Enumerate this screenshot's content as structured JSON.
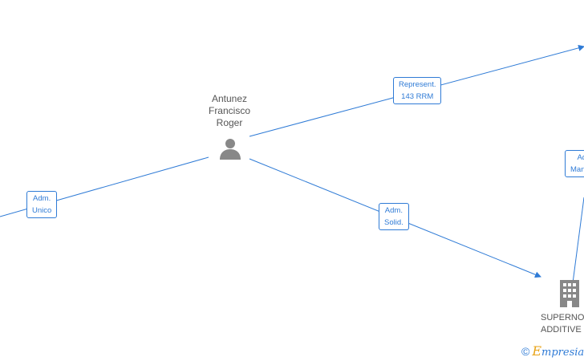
{
  "person": {
    "name_lines": [
      "Antunez",
      "Francisco",
      "Roger"
    ],
    "icon": "person-icon"
  },
  "company": {
    "name_lines": [
      "SUPERNOVA",
      "ADDITIVE"
    ],
    "icon": "building-icon"
  },
  "edges": {
    "represent": [
      "Represent.",
      "143 RRM"
    ],
    "adm_unico": [
      "Adm.",
      "Unico"
    ],
    "adm_solid": [
      "Adm.",
      "Solid."
    ],
    "adm_mancom": [
      "Adm.",
      "Mancom."
    ]
  },
  "footer": {
    "copyright": "©",
    "brand_first": "E",
    "brand_rest": "mpresia"
  },
  "colors": {
    "edge": "#2f7bd6",
    "icon": "#888888",
    "brand_accent": "#e8a317"
  }
}
